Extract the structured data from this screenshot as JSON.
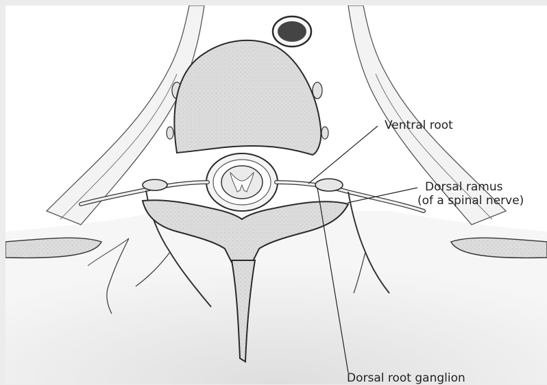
{
  "labels": {
    "ventral_root": "Ventral root",
    "dorsal_ramus": "Dorsal ramus",
    "dorsal_ramus_note": "(of a spinal nerve)",
    "dorsal_root_ganglion": "Dorsal root ganglion"
  },
  "colors": {
    "background": "#ececec",
    "panel": "#ffffff",
    "bone": "#dcdcdc",
    "tissue": "#e6e6e6",
    "outline": "#2a2a2a"
  }
}
